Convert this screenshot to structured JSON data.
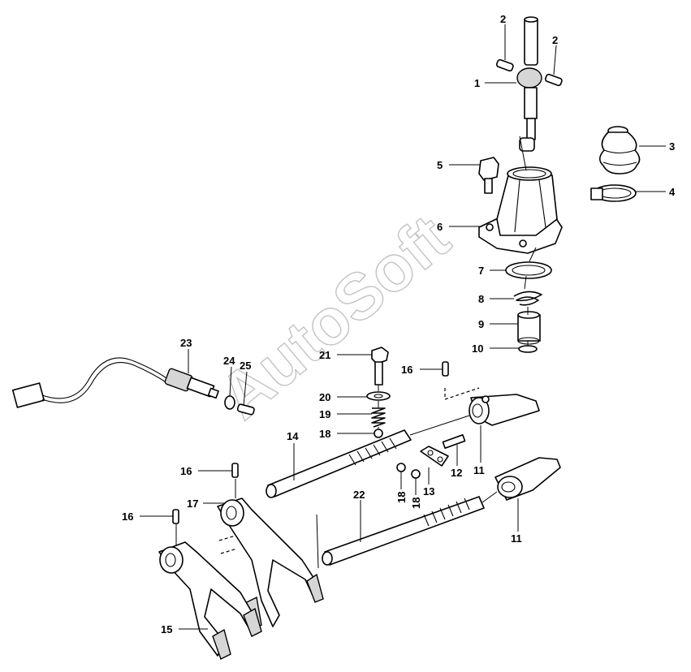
{
  "watermark": "AutoSoft",
  "callouts": {
    "c1": "1",
    "c2a": "2",
    "c2b": "2",
    "c3": "3",
    "c4": "4",
    "c5": "5",
    "c6": "6",
    "c7": "7",
    "c8": "8",
    "c9": "9",
    "c10": "10",
    "c11a": "11",
    "c11b": "11",
    "c12": "12",
    "c13": "13",
    "c14": "14",
    "c15": "15",
    "c16a": "16",
    "c16b": "16",
    "c16c": "16",
    "c17": "17",
    "c18a": "18",
    "c18b": "18",
    "c18c": "18",
    "c19": "19",
    "c20": "20",
    "c21": "21",
    "c22": "22",
    "c23": "23",
    "c24": "24",
    "c25": "25"
  }
}
